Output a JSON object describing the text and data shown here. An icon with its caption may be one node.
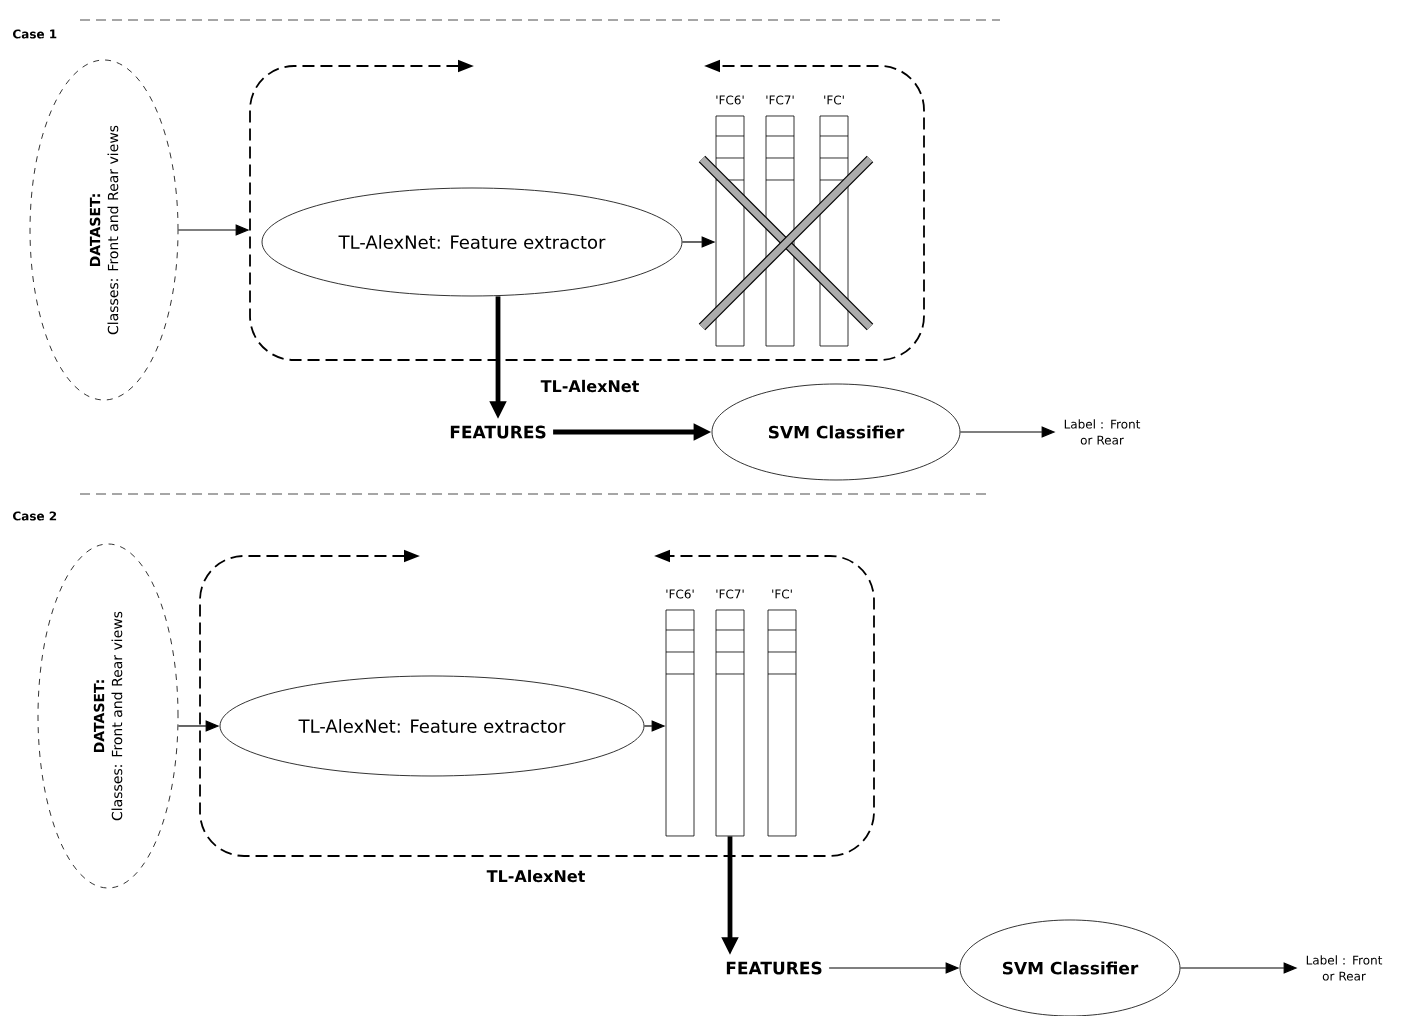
{
  "diagram": {
    "nodes": [
      {
        "text": [
          "DATASET:",
          "Classes: Front and Rear views"
        ]
      },
      {
        "text": [
          "TL-AlexNet"
        ]
      },
      {
        "text": [
          "TL-AlexNet: Feature extractor"
        ],
        "in": 1
      },
      {
        "text": [
          "'FC6'"
        ],
        "in": 1
      },
      {
        "text": [
          "'FC7'"
        ],
        "in": 1
      },
      {
        "text": [
          "'FC'"
        ],
        "in": 1
      },
      {
        "text": [
          "FEATURES"
        ]
      },
      {
        "text": [
          "SVM Classifier"
        ]
      },
      {
        "text": [
          "Label : Front or Rear"
        ]
      },
      {
        "text": [
          "DATASET:",
          "Classes: Front and Rear views"
        ]
      },
      {
        "text": [
          "TL-AlexNet"
        ]
      },
      {
        "text": [
          "TL-AlexNet: Feature extractor"
        ],
        "in": 10
      },
      {
        "text": [
          "'FC6'"
        ],
        "in": 10
      },
      {
        "text": [
          "'FC7'"
        ],
        "in": 10
      },
      {
        "text": [
          "'FC'"
        ],
        "in": 10
      },
      {
        "text": [
          "FEATURES"
        ]
      },
      {
        "text": [
          "SVM Classifier"
        ]
      },
      {
        "text": [
          "Label : Front or Rear"
        ]
      }
    ],
    "edges": [
      {
        "from": 0,
        "to": 1,
        "arrow": "to"
      },
      {
        "from": 2,
        "to": 3,
        "arrow": "to"
      },
      {
        "from": 2,
        "to": 6,
        "arrow": "to",
        "style": "thick"
      },
      {
        "from": 6,
        "to": 7,
        "arrow": "to",
        "style": "thick"
      },
      {
        "from": 7,
        "to": 8,
        "arrow": "to"
      },
      {
        "from": 9,
        "to": 11,
        "arrow": "to"
      },
      {
        "from": 11,
        "to": 12,
        "arrow": "to"
      },
      {
        "from": 13,
        "to": 15,
        "arrow": "to",
        "style": "thick"
      },
      {
        "from": 15,
        "to": 16,
        "arrow": "to"
      },
      {
        "from": 16,
        "to": 17,
        "arrow": "to"
      }
    ],
    "labels": [
      "Case 1",
      "Case 2"
    ]
  }
}
